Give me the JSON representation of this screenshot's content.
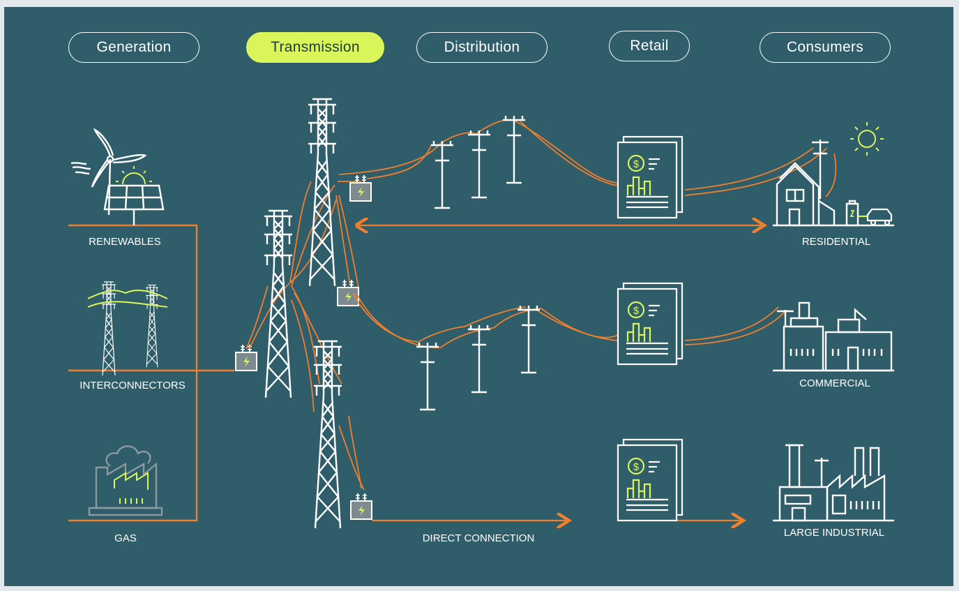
{
  "tabs": [
    {
      "label": "Generation",
      "active": false
    },
    {
      "label": "Transmission",
      "active": true
    },
    {
      "label": "Distribution",
      "active": false
    },
    {
      "label": "Retail",
      "active": false
    },
    {
      "label": "Consumers",
      "active": false
    }
  ],
  "sources": {
    "renewables": "RENEWABLES",
    "interconnectors": "INTERCONNECTORS",
    "gas": "GAS"
  },
  "consumers": {
    "residential": "RESIDENTIAL",
    "commercial": "COMMERCIAL",
    "industrial": "LARGE INDUSTRIAL"
  },
  "direct_connection": "DIRECT CONNECTION",
  "colors": {
    "background": "#2f5d69",
    "line": "#ffffff",
    "flow": "#f07f2e",
    "accent": "#d9f55a",
    "transformer": "#7d8b91"
  },
  "icons": [
    "wind-turbine-icon",
    "solar-panel-icon",
    "sun-icon",
    "pylon-icon",
    "gas-plant-icon",
    "transformer-icon",
    "bill-icon",
    "house-icon",
    "ev-car-icon",
    "office-icon",
    "factory-icon"
  ]
}
